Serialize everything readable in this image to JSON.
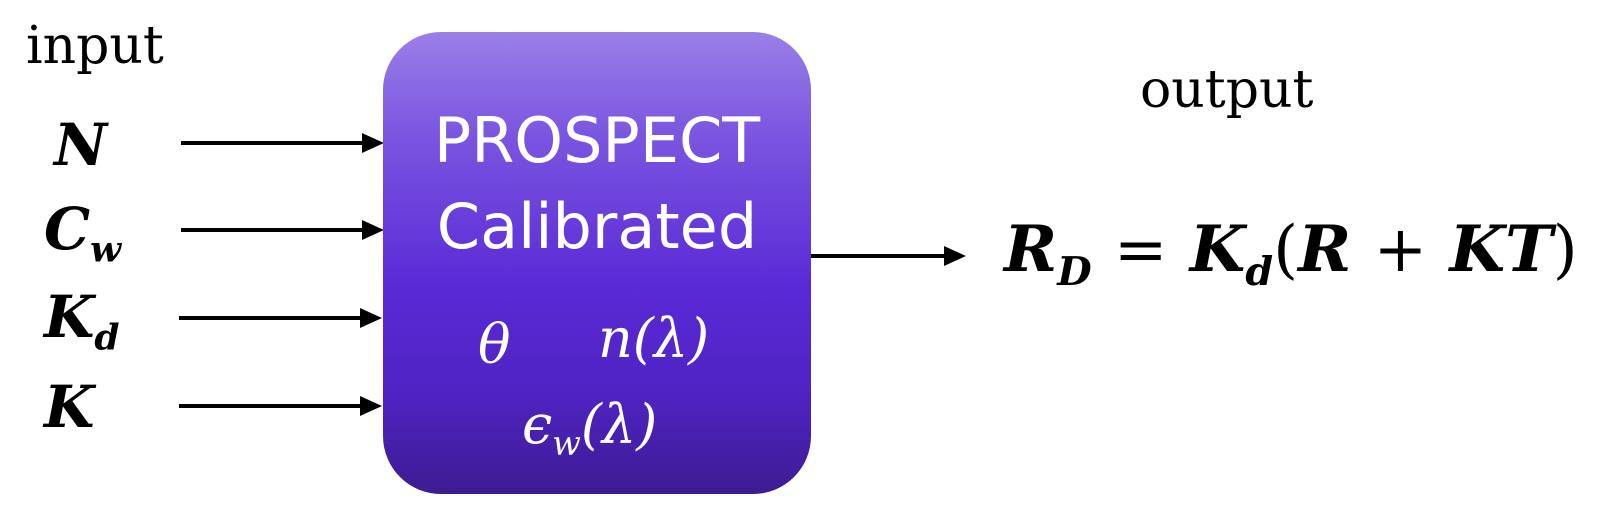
{
  "input_title": "input",
  "output_title": "output",
  "inputs": [
    {
      "symbol": "N",
      "sub": ""
    },
    {
      "symbol": "C",
      "sub": "w"
    },
    {
      "symbol": "K",
      "sub": "d"
    },
    {
      "symbol": "K",
      "sub": ""
    }
  ],
  "process": {
    "title": "PROSPECT",
    "subtitle": "Calibrated",
    "param_theta": "θ",
    "param_n": "n(λ)",
    "param_eps_symbol": "ϵ",
    "param_eps_sub": "w",
    "param_eps_arg": "(λ)"
  },
  "equation": {
    "lhs": "R",
    "lhs_sub": "D",
    "eq": "=",
    "k": "K",
    "k_sub": "d",
    "open": "(",
    "r": "R",
    "plus": "+",
    "kt": "KT",
    "close": ")"
  },
  "colors": {
    "box_top": "#9b7fe8",
    "box_mid": "#5a2ad6",
    "box_bottom": "#3d1c92",
    "arrow": "#000000"
  }
}
